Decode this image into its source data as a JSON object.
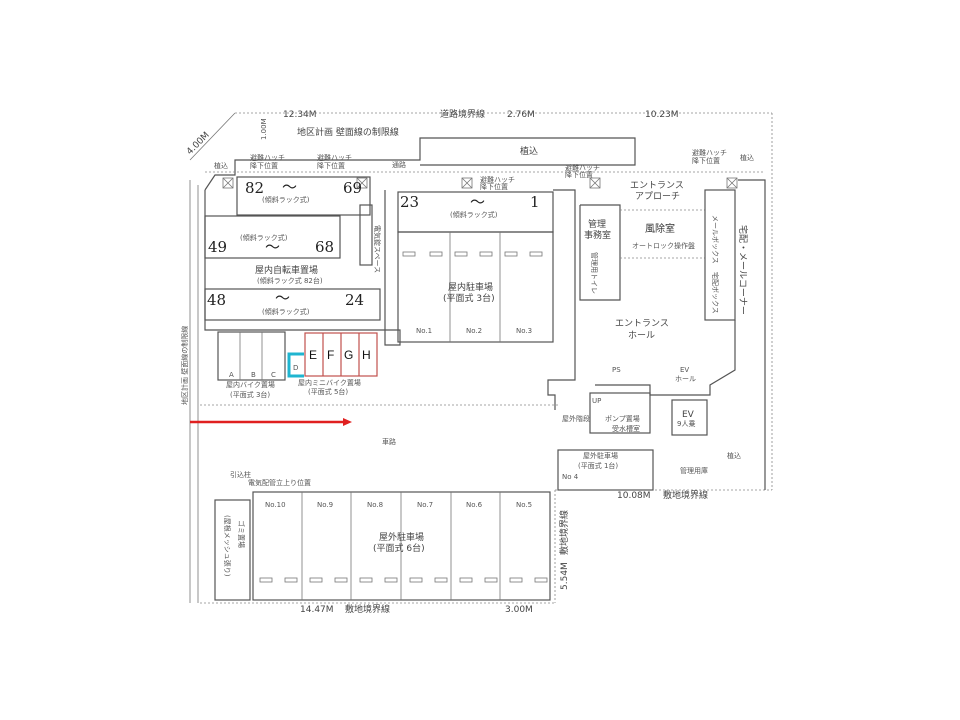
{
  "dims": {
    "d1": "12.34M",
    "road": "道路境界線",
    "d2": "2.76M",
    "d3": "10.23M",
    "d4": "1.00M",
    "d5": "4.00M",
    "bottom1": "14.47M",
    "bottom_site": "敷地境界線",
    "bottom2": "3.00M",
    "right1": "10.08M",
    "right_site": "敷地境界線",
    "vert1": "5.54M",
    "vert_site": "敷地境界線",
    "left_line": "地区計画 壁面線の制限線"
  },
  "top": {
    "setback": "地区計画 壁面線の制限線",
    "planting_top": "植込",
    "planting_left": "植込",
    "planting_right": "植込",
    "passage": "通路",
    "hatch": "避難ハッチ",
    "hatch2": "降下位置"
  },
  "bike": {
    "r1_start": "82",
    "r1_end": "69",
    "r2_start": "49",
    "r2_end": "68",
    "r3_start": "48",
    "r3_end": "24",
    "r4_start": "23",
    "r4_end": "1",
    "tilde": "〜",
    "rack": "(傾斜ラック式)",
    "area": "屋内自転車置場",
    "area_sub": "(傾斜ラック式 82台)",
    "electric": "電気錠スペース"
  },
  "indoor_parking": {
    "title": "屋内駐車場",
    "sub": "(平面式 3台)",
    "spaces": [
      "No.1",
      "No.2",
      "No.3"
    ]
  },
  "moto": {
    "slots": [
      "A",
      "B",
      "C"
    ],
    "title": "屋内バイク置場",
    "sub": "(平面式 3台)"
  },
  "mini": {
    "d": "D",
    "slots": [
      "E",
      "F",
      "G",
      "H"
    ],
    "title": "屋内ミニバイク置場",
    "sub": "(平面式 5台)"
  },
  "driveway": "車路",
  "outdoor": {
    "title": "屋外駐車場",
    "sub": "(平面式 6台)",
    "spaces": [
      "No.10",
      "No.9",
      "No.8",
      "No.7",
      "No.6",
      "No.5"
    ],
    "pole": "引込柱",
    "pipe": "電気配管立上り位置",
    "garbage": "ゴミ置場",
    "garbage_sub": "(屋根メッシュ張り)"
  },
  "entrance": {
    "approach1": "エントランス",
    "approach2": "アプローチ",
    "office1": "管理",
    "office2": "事務室",
    "vestibule": "風除室",
    "autolock": "オートロック操作盤",
    "toilet": "管理用トイレ",
    "mail": "メールボックス",
    "delivery": "宅配ボックス",
    "corner": "宅配・メールコーナー",
    "hall1": "エントランス",
    "hall2": "ホール",
    "ps": "PS",
    "ev_hall1": "EV",
    "ev_hall2": "ホール",
    "ev": "EV",
    "ev_sub": "9人乗",
    "up": "UP",
    "stairs": "屋外階段",
    "pump": "ポンプ置場",
    "tank": "受水槽室",
    "park1": "屋外駐車場",
    "park1_sub": "(平面式 1台)",
    "no4": "No 4",
    "storage": "管理用庫",
    "planting": "植込"
  },
  "colors": {
    "arrow": "#e02020",
    "mini_box": "#c0504d",
    "d_bracket": "#1fb5d0"
  }
}
